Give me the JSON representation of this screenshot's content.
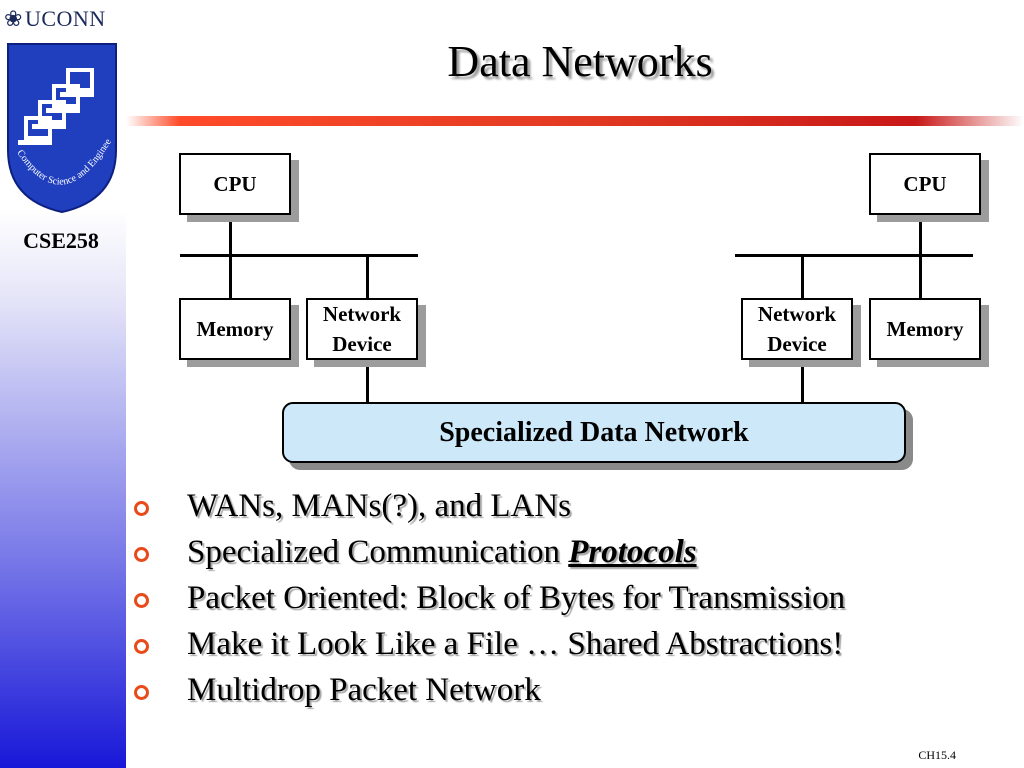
{
  "header": {
    "institution": "UCONN",
    "logo_text": "Computer Science and Engineering",
    "course": "CSE258",
    "title": "Data Networks"
  },
  "diagram": {
    "left_node": {
      "cpu": "CPU",
      "memory": "Memory",
      "network_device": [
        "Network",
        "Device"
      ]
    },
    "right_node": {
      "cpu": "CPU",
      "memory": "Memory",
      "network_device": [
        "Network",
        "Device"
      ]
    },
    "network_label": "Specialized Data Network"
  },
  "bullets": [
    {
      "text": "WANs, MANs(?), and LANs"
    },
    {
      "text": "Specialized Communication ",
      "emphasis": "Protocols"
    },
    {
      "text": "Packet Oriented: Block of Bytes for Transmission"
    },
    {
      "text": "Make it Look Like a File … Shared Abstractions!"
    },
    {
      "text": "Multidrop Packet Network"
    }
  ],
  "footer": {
    "slide_id": "CH15.4"
  },
  "colors": {
    "title_rule": "#e23a22",
    "bullet_marker": "#e84a1a",
    "network_fill": "#cde8f9",
    "sidebar_bottom": "#1818d8",
    "logo_blue": "#1f3fbf"
  }
}
